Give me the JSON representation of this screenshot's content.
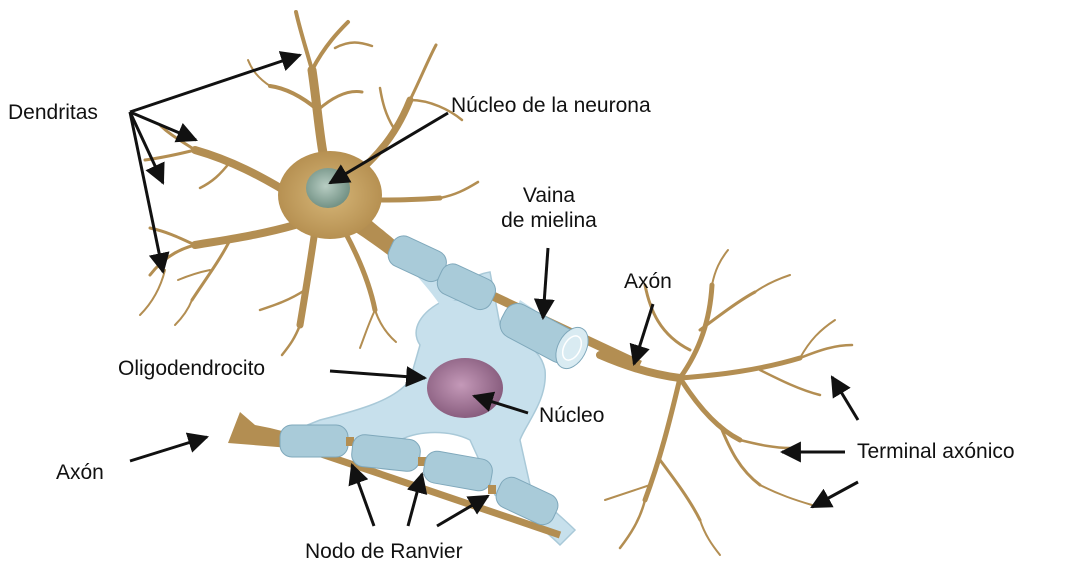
{
  "labels": {
    "dendritas": "Dendritas",
    "nucleo_neurona": "Núcleo de la neurona",
    "vaina_line1": "Vaina",
    "vaina_line2": "de mielina",
    "axon_top": "Axón",
    "oligodendrocito": "Oligodendrocito",
    "nucleo": "Núcleo",
    "axon_left": "Axón",
    "terminal_axonico": "Terminal axónico",
    "nodo_ranvier": "Nodo de Ranvier"
  },
  "colors": {
    "neuron": "#b99456",
    "neuron_dark": "#a17c3f",
    "soma": "#c19d5d",
    "nucleus_neuron": "#7f9e8e",
    "myelin": "#a9cbd9",
    "myelin_edge": "#7fa8bb",
    "oligo": "#c5deea",
    "oligo_nucleus": "#9a6b8c",
    "arrow": "#111111"
  }
}
